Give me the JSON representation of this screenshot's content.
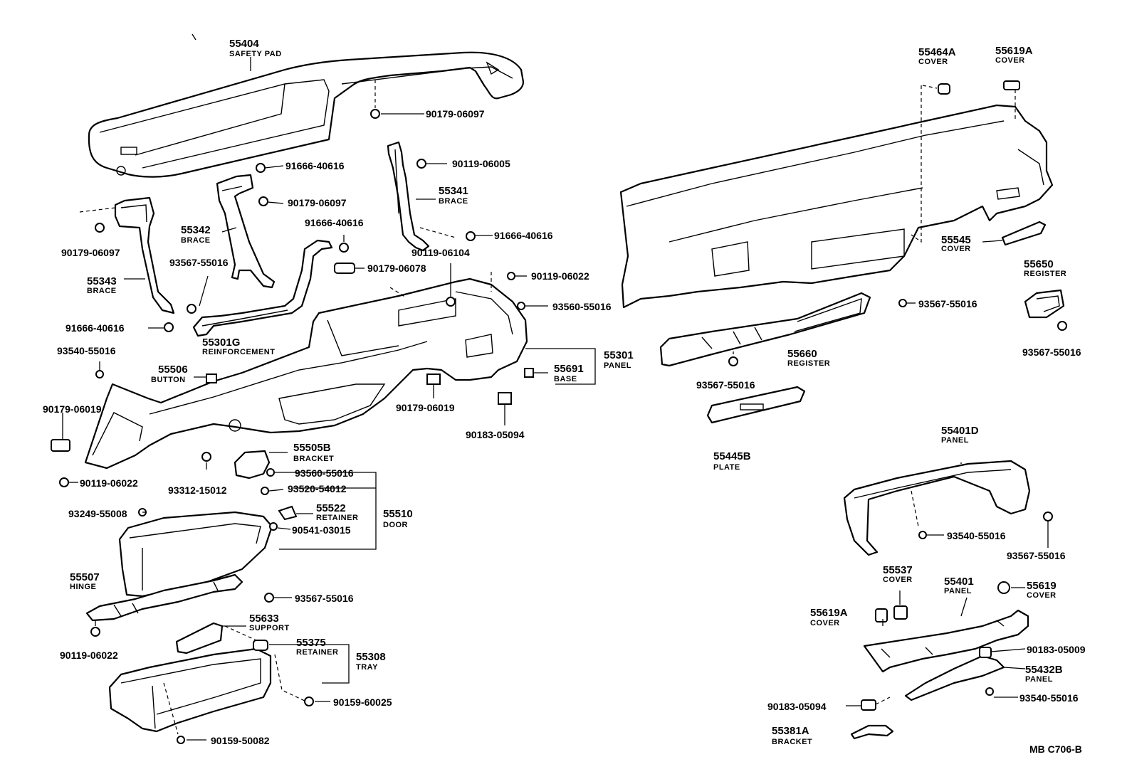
{
  "labels": {
    "l55404": {
      "num": "55404",
      "name": "SAFETY PAD"
    },
    "l90179a": {
      "num": "90179-06097"
    },
    "l91666a": {
      "num": "91666-40616"
    },
    "l90179b": {
      "num": "90179-06097"
    },
    "l90119a": {
      "num": "90119-06005"
    },
    "l55341": {
      "num": "55341",
      "name": "BRACE"
    },
    "l55342": {
      "num": "55342",
      "name": "BRACE"
    },
    "l91666b": {
      "num": "91666-40616"
    },
    "l91666c": {
      "num": "91666-40616"
    },
    "l90179c": {
      "num": "90179-06097"
    },
    "l55343": {
      "num": "55343",
      "name": "BRACE"
    },
    "l93567a": {
      "num": "93567-55016"
    },
    "l90119b": {
      "num": "90119-06104"
    },
    "l90179d": {
      "num": "90179-06078"
    },
    "l90119c": {
      "num": "90119-06022"
    },
    "l93560a": {
      "num": "93560-55016"
    },
    "l91666d": {
      "num": "91666-40616"
    },
    "l55301G": {
      "num": "55301G",
      "name": "REINFORCEMENT"
    },
    "l93540a": {
      "num": "93540-55016"
    },
    "l55506": {
      "num": "55506",
      "name": "BUTTON"
    },
    "l55301": {
      "num": "55301",
      "name": "PANEL"
    },
    "l55691": {
      "num": "55691",
      "name": "BASE"
    },
    "l90179e": {
      "num": "90179-06019"
    },
    "l90179f": {
      "num": "90179-06019"
    },
    "l90183a": {
      "num": "90183-05094"
    },
    "l55505B": {
      "num": "55505B",
      "name": "BRACKET"
    },
    "l93560b": {
      "num": "93560-55016"
    },
    "l90119d": {
      "num": "90119-06022"
    },
    "l93312": {
      "num": "93312-15012"
    },
    "l93520": {
      "num": "93520-54012"
    },
    "l55522": {
      "num": "55522",
      "name": "RETAINER"
    },
    "l55510": {
      "num": "55510",
      "name": "DOOR"
    },
    "l93249": {
      "num": "93249-55008"
    },
    "l90541": {
      "num": "90541-03015"
    },
    "l55507": {
      "num": "55507",
      "name": "HINGE"
    },
    "l93567b": {
      "num": "93567-55016"
    },
    "l90119e": {
      "num": "90119-06022"
    },
    "l55633": {
      "num": "55633",
      "name": "SUPPORT"
    },
    "l55375": {
      "num": "55375",
      "name": "RETAINER"
    },
    "l55308": {
      "num": "55308",
      "name": "TRAY"
    },
    "l90159a": {
      "num": "90159-60025"
    },
    "l90159b": {
      "num": "90159-50082"
    },
    "l55464A": {
      "num": "55464A",
      "name": "COVER"
    },
    "l55619A_top": {
      "num": "55619A",
      "name": "COVER"
    },
    "l55545": {
      "num": "55545",
      "name": "COVER"
    },
    "l55650": {
      "num": "55650",
      "name": "REGISTER"
    },
    "l93567c": {
      "num": "93567-55016"
    },
    "l93567d": {
      "num": "93567-55016"
    },
    "l55660": {
      "num": "55660",
      "name": "REGISTER"
    },
    "l93567e": {
      "num": "93567-55016"
    },
    "l55445B": {
      "num": "55445B",
      "name": "PLATE"
    },
    "l55401D": {
      "num": "55401D",
      "name": "PANEL"
    },
    "l93540b": {
      "num": "93540-55016"
    },
    "l93567f": {
      "num": "93567-55016"
    },
    "l55537": {
      "num": "55537",
      "name": "COVER"
    },
    "l55401": {
      "num": "55401",
      "name": "PANEL"
    },
    "l55619": {
      "num": "55619",
      "name": "COVER"
    },
    "l55619A_bot": {
      "num": "55619A",
      "name": "COVER"
    },
    "l90183b": {
      "num": "90183-05009"
    },
    "l55432B": {
      "num": "55432B",
      "name": "PANEL"
    },
    "l90183c": {
      "num": "90183-05094"
    },
    "l93540c": {
      "num": "93540-55016"
    },
    "l55381A": {
      "num": "55381A",
      "name": "BRACKET"
    }
  },
  "drawing_code": "MB C706-B"
}
